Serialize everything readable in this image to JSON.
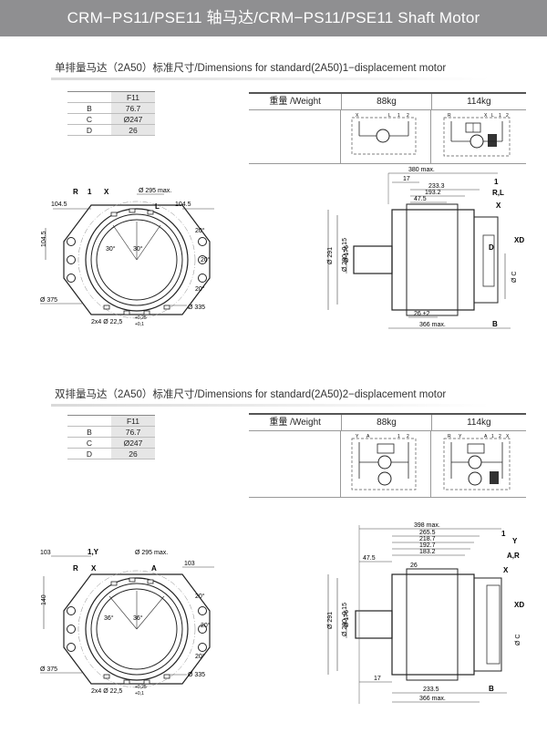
{
  "title": "CRM−PS11/PSE11 轴马达/CRM−PS11/PSE11 Shaft Motor",
  "sections": [
    {
      "heading": "单排量马达（2A50）标准尺寸/Dimensions for standard(2A50)1−displacement motor",
      "table": {
        "header": "F11",
        "rows": [
          {
            "key": "B",
            "value": "76.7"
          },
          {
            "key": "C",
            "value": "Ø247"
          },
          {
            "key": "D",
            "value": "26"
          }
        ]
      },
      "weight": {
        "label": "重量 /Weight",
        "w1": "88kg",
        "w2": "114kg"
      },
      "front_view": {
        "labels": [
          "R",
          "1",
          "X",
          "L",
          "Ø 295 max.",
          "104.5",
          "104.5",
          "104.5",
          "30°",
          "30°",
          "20°",
          "20°",
          "20°",
          "Ø 375",
          "Ø 335",
          "2x4 Ø 22,5",
          "+0,25",
          "+0,1"
        ]
      },
      "side_view": {
        "labels": [
          "380 max.",
          "17",
          "233.3",
          "193.2",
          "47.5",
          "1",
          "R,L",
          "X",
          "XD",
          "D",
          "Ø 291",
          "Ø 280 -0,15",
          "Ø 176",
          "Ø C",
          "26 ±2",
          "366 max.",
          "B"
        ]
      },
      "schematic_labels": [
        "X",
        "L",
        "1",
        "2",
        "R",
        "X",
        "L",
        "1",
        "2"
      ]
    },
    {
      "heading": "双排量马达（2A50）标准尺寸/Dimensions for standard(2A50)2−displacement motor",
      "table": {
        "header": "F11",
        "rows": [
          {
            "key": "B",
            "value": "76.7"
          },
          {
            "key": "C",
            "value": "Ø247"
          },
          {
            "key": "D",
            "value": "26"
          }
        ]
      },
      "weight": {
        "label": "重量 /Weight",
        "w1": "88kg",
        "w2": "114kg"
      },
      "front_view": {
        "labels": [
          "103",
          "1,Y",
          "Ø 295 max.",
          "R",
          "X",
          "A",
          "103",
          "140",
          "36°",
          "36°",
          "20°",
          "20°",
          "20°",
          "Ø 375",
          "Ø 335",
          "2x4 Ø 22,5",
          "+0,25",
          "+0,1"
        ]
      },
      "side_view": {
        "labels": [
          "398 max.",
          "265.5",
          "218.7",
          "192.7",
          "183.2",
          "47.5",
          "26",
          "1",
          "Y",
          "A,R",
          "X",
          "XD",
          "Ø 291",
          "Ø 280 -0,15",
          "Ø 176",
          "Ø C",
          "17",
          "233.5",
          "366 max.",
          "B"
        ]
      },
      "schematic_labels": [
        "Y",
        "A",
        "1",
        "2",
        "R",
        "Y",
        "A",
        "1",
        "2",
        "X"
      ]
    }
  ]
}
